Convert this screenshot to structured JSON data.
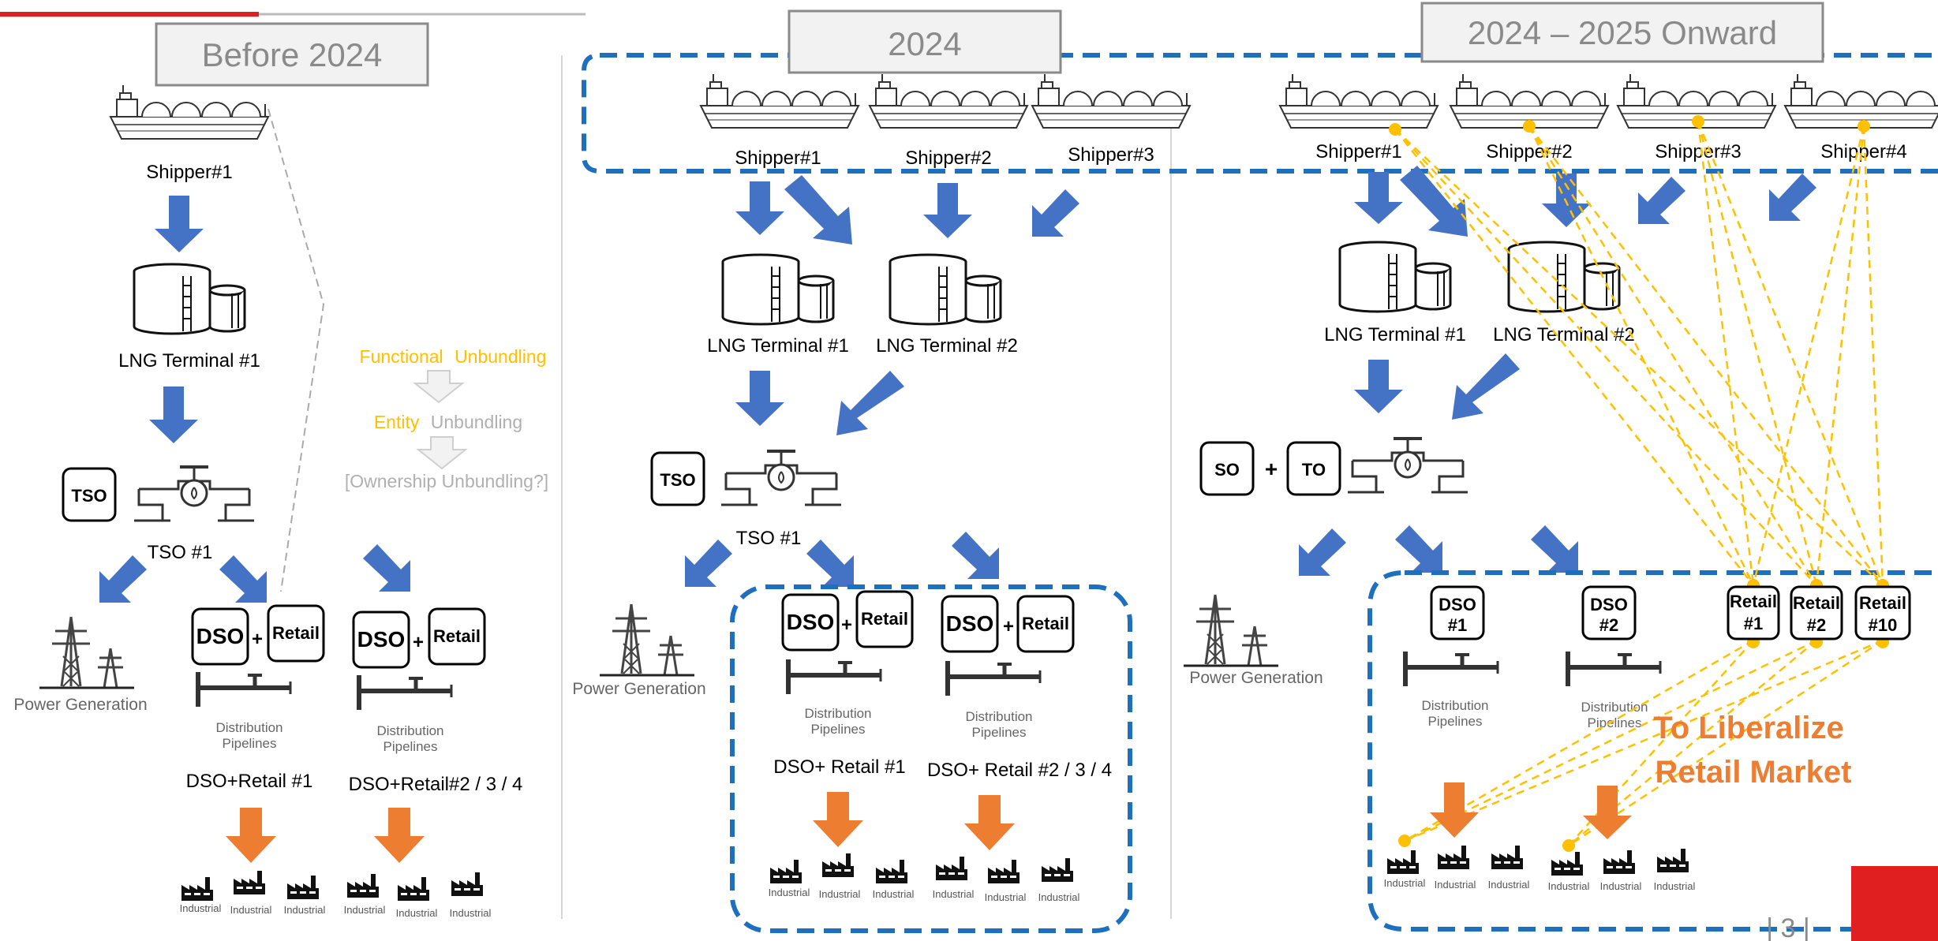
{
  "titles": {
    "before": "Before 2024",
    "y2024": "2024",
    "onward": "2024 – 2025 Onward"
  },
  "before": {
    "shipper": "Shipper#1",
    "terminal": "LNG Terminal #1",
    "tso_box": "TSO",
    "tso_label": "TSO #1",
    "power": "Power Generation",
    "dso": "DSO",
    "retail": "Retail",
    "pipelines_1": "Distribution",
    "pipelines_2": "Pipelines",
    "group_a": "DSO+Retail #1",
    "group_b": "DSO+Retail#2 / 3 / 4",
    "industrial": "Industrial",
    "unbundling": {
      "functional_a": "Functional",
      "functional_b": "Unbundling",
      "entity_a": "Entity",
      "entity_b": "Unbundling",
      "ownership": "[Ownership Unbundling?]"
    }
  },
  "y2024": {
    "shippers": [
      "Shipper#1",
      "Shipper#2",
      "Shipper#3"
    ],
    "terminals": [
      "LNG Terminal #1",
      "LNG Terminal #2"
    ],
    "tso_box": "TSO",
    "tso_label": "TSO #1",
    "power": "Power Generation",
    "dso": "DSO",
    "retail": "Retail",
    "group_a": "DSO+ Retail #1",
    "group_b": "DSO+ Retail #2 / 3 / 4",
    "industrial": "Industrial"
  },
  "onward": {
    "shippers": [
      "Shipper#1",
      "Shipper#2",
      "Shipper#3",
      "Shipper#4"
    ],
    "terminals": [
      "LNG Terminal #1",
      "LNG Terminal #2"
    ],
    "so": "SO",
    "plus": "+",
    "to": "TO",
    "power": "Power Generation",
    "dso1_a": "DSO",
    "dso1_b": "#1",
    "dso2_a": "DSO",
    "dso2_b": "#2",
    "retail1_a": "Retail",
    "retail1_b": "#1",
    "retail2_a": "Retail",
    "retail2_b": "#2",
    "retail10_a": "Retail",
    "retail10_b": "#10",
    "industrial": "Industrial",
    "liberalize_1": "To Liberalize",
    "liberalize_2": "Retail Market"
  },
  "page_number": "| 3 |",
  "colors": {
    "arrow_blue": "#4472c4",
    "arrow_orange": "#ed7d31",
    "dash_blue": "#1f6fbf",
    "dash_yellow": "#ffc000",
    "title_gray": "#8a8a8a",
    "accent_red": "#e02020"
  }
}
